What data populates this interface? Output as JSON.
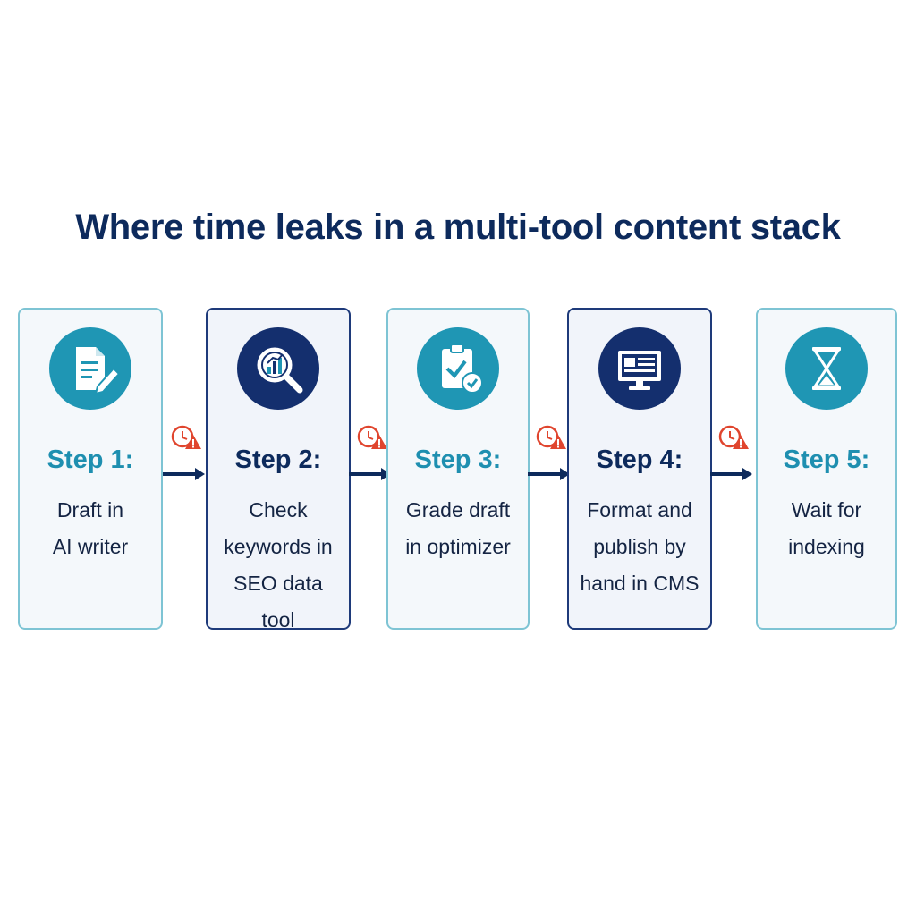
{
  "title": "Where time leaks in a multi-tool content stack",
  "steps": [
    {
      "label": "Step 1:",
      "desc": "Draft in\nAI writer",
      "icon": "document-pencil-icon",
      "theme": "teal"
    },
    {
      "label": "Step 2:",
      "desc": "Check\nkeywords in\nSEO data tool",
      "icon": "magnifier-chart-icon",
      "theme": "navy"
    },
    {
      "label": "Step 3:",
      "desc": "Grade draft\nin optimizer",
      "icon": "clipboard-check-icon",
      "theme": "teal"
    },
    {
      "label": "Step 4:",
      "desc": "Format and\npublish by\nhand in CMS",
      "icon": "monitor-icon",
      "theme": "navy"
    },
    {
      "label": "Step 5:",
      "desc": "Wait for\nindexing",
      "icon": "hourglass-icon",
      "theme": "teal"
    }
  ],
  "connector_icon": "clock-warning-icon",
  "colors": {
    "title": "#0d2a5c",
    "teal": "#1f96b4",
    "navy": "#142f6e",
    "warning": "#e0452e",
    "arrow": "#0d2a5c"
  }
}
